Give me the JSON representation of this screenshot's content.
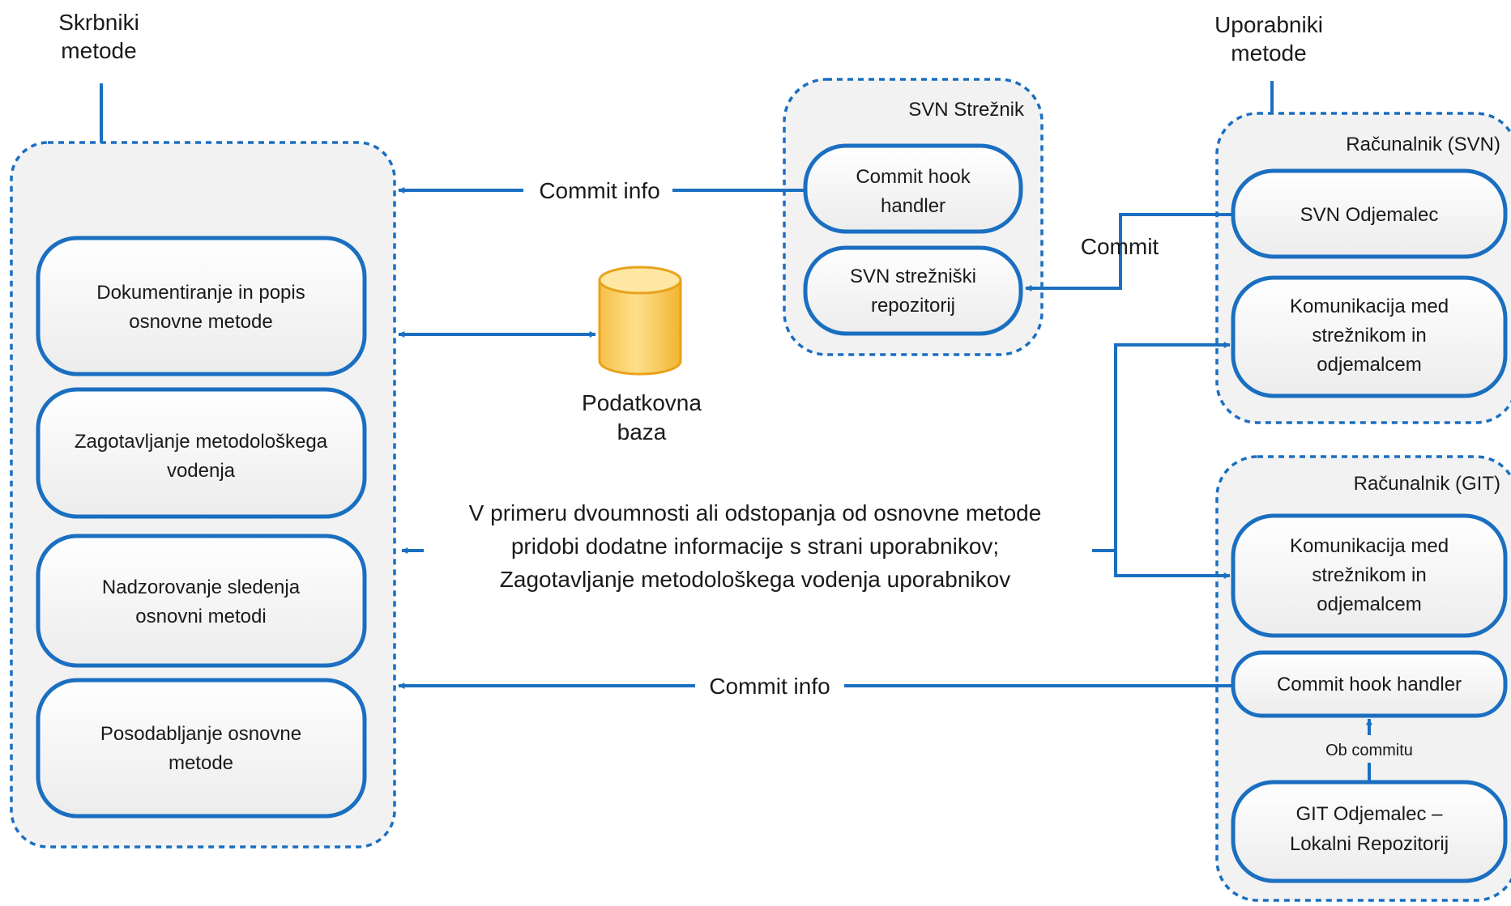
{
  "actors": {
    "custodians_line1": "Skrbniki",
    "custodians_line2": "metode",
    "users_line1": "Uporabniki",
    "users_line2": "metode"
  },
  "custodian_panel": {
    "tasks": [
      {
        "line1": "Dokumentiranje in popis",
        "line2": "osnovne metode"
      },
      {
        "line1": "Zagotavljanje metodološkega",
        "line2": "vodenja"
      },
      {
        "line1": "Nadzorovanje sledenja",
        "line2": "osnovni metodi"
      },
      {
        "line1": "Posodabljanje osnovne",
        "line2": "metode"
      }
    ]
  },
  "database": {
    "line1": "Podatkovna",
    "line2": "baza"
  },
  "svn_server": {
    "title": "SVN Strežnik",
    "hook_line1": "Commit hook",
    "hook_line2": "handler",
    "repo_line1": "SVN strežniški",
    "repo_line2": "repozitorij"
  },
  "svn_client_panel": {
    "title": "Računalnik (SVN)",
    "client": "SVN Odjemalec",
    "comm_line1": "Komunikacija med",
    "comm_line2": "strežnikom in",
    "comm_line3": "odjemalcem"
  },
  "git_client_panel": {
    "title": "Računalnik (GIT)",
    "comm_line1": "Komunikacija med",
    "comm_line2": "strežnikom in",
    "comm_line3": "odjemalcem",
    "hook": "Commit hook handler",
    "on_commit": "Ob commitu",
    "client_line1": "GIT Odjemalec –",
    "client_line2": "Lokalni Repozitorij"
  },
  "flows": {
    "commit_info_top": "Commit info",
    "commit": "Commit",
    "commit_info_bottom": "Commit info",
    "message_line1": "V primeru dvoumnosti ali odstopanja od osnovne metode",
    "message_line2": "pridobi dodatne informacije s strani uporabnikov;",
    "message_line3": "Zagotavljanje metodološkega vodenja uporabnikov"
  },
  "colors": {
    "accent": "#1a6fc1",
    "panel_fill": "#f2f2f2",
    "box_fill": "#f7f7f7",
    "db_fill": "#fbd26a",
    "db_stroke": "#e8a21c"
  }
}
